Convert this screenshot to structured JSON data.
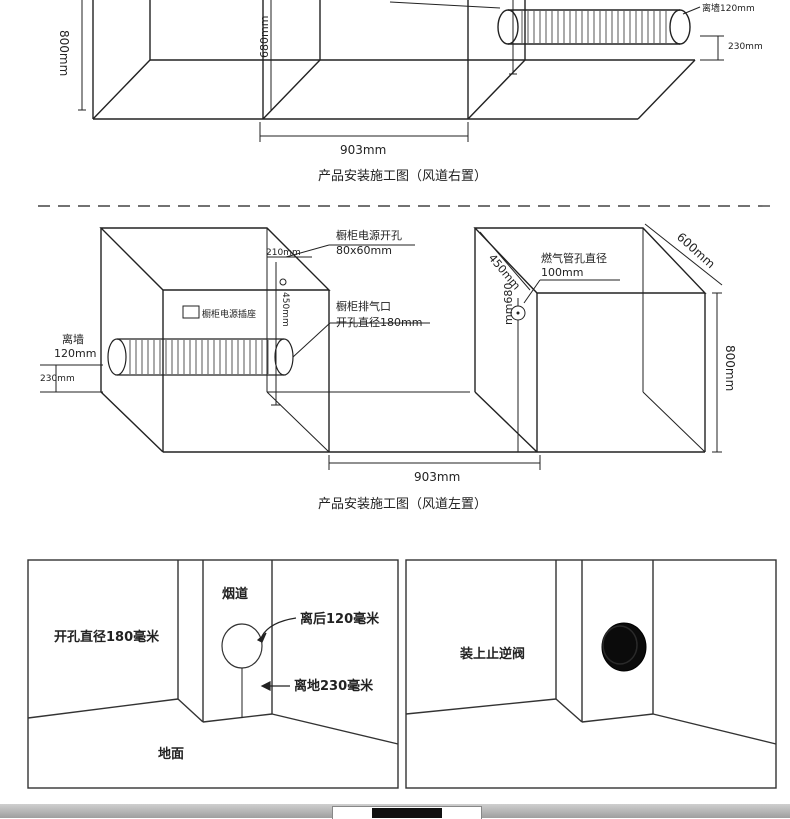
{
  "top_diagram": {
    "dims": {
      "height_800": "800mm",
      "height_680": "680mm",
      "width_903": "903mm",
      "wall_120": "离墙120mm",
      "offset_230": "230mm"
    },
    "caption": "产品安装施工图（风道右置）"
  },
  "bottom_diagram": {
    "dims": {
      "dist_210": "210mm",
      "power_hole": "橱柜电源开孔",
      "power_hole_size": "80x60mm",
      "dist_450": "450mm",
      "exhaust": "橱柜排气口",
      "exhaust_dia": "开孔直径180mm",
      "wall_label": "离墙",
      "wall_120": "120mm",
      "offset_230": "230mm",
      "socket": "橱柜电源插座",
      "gas_pipe": "燃气管孔直径",
      "gas_pipe_dia": "100mm",
      "right_450": "450mm",
      "right_680": "mm680",
      "depth_600": "600mm",
      "height_800": "800mm",
      "width_903": "903mm"
    },
    "caption": "产品安装施工图（风道左置）"
  },
  "photo_left": {
    "flue": "烟道",
    "hole_dia": "开孔直径180毫米",
    "back_120": "离后120毫米",
    "ground_230": "离地230毫米",
    "ground": "地面"
  },
  "photo_right": {
    "valve": "装上止逆阀"
  },
  "colors": {
    "line": "#222222",
    "valve": "#0b0b0b",
    "bar": "#a8a8a8"
  }
}
